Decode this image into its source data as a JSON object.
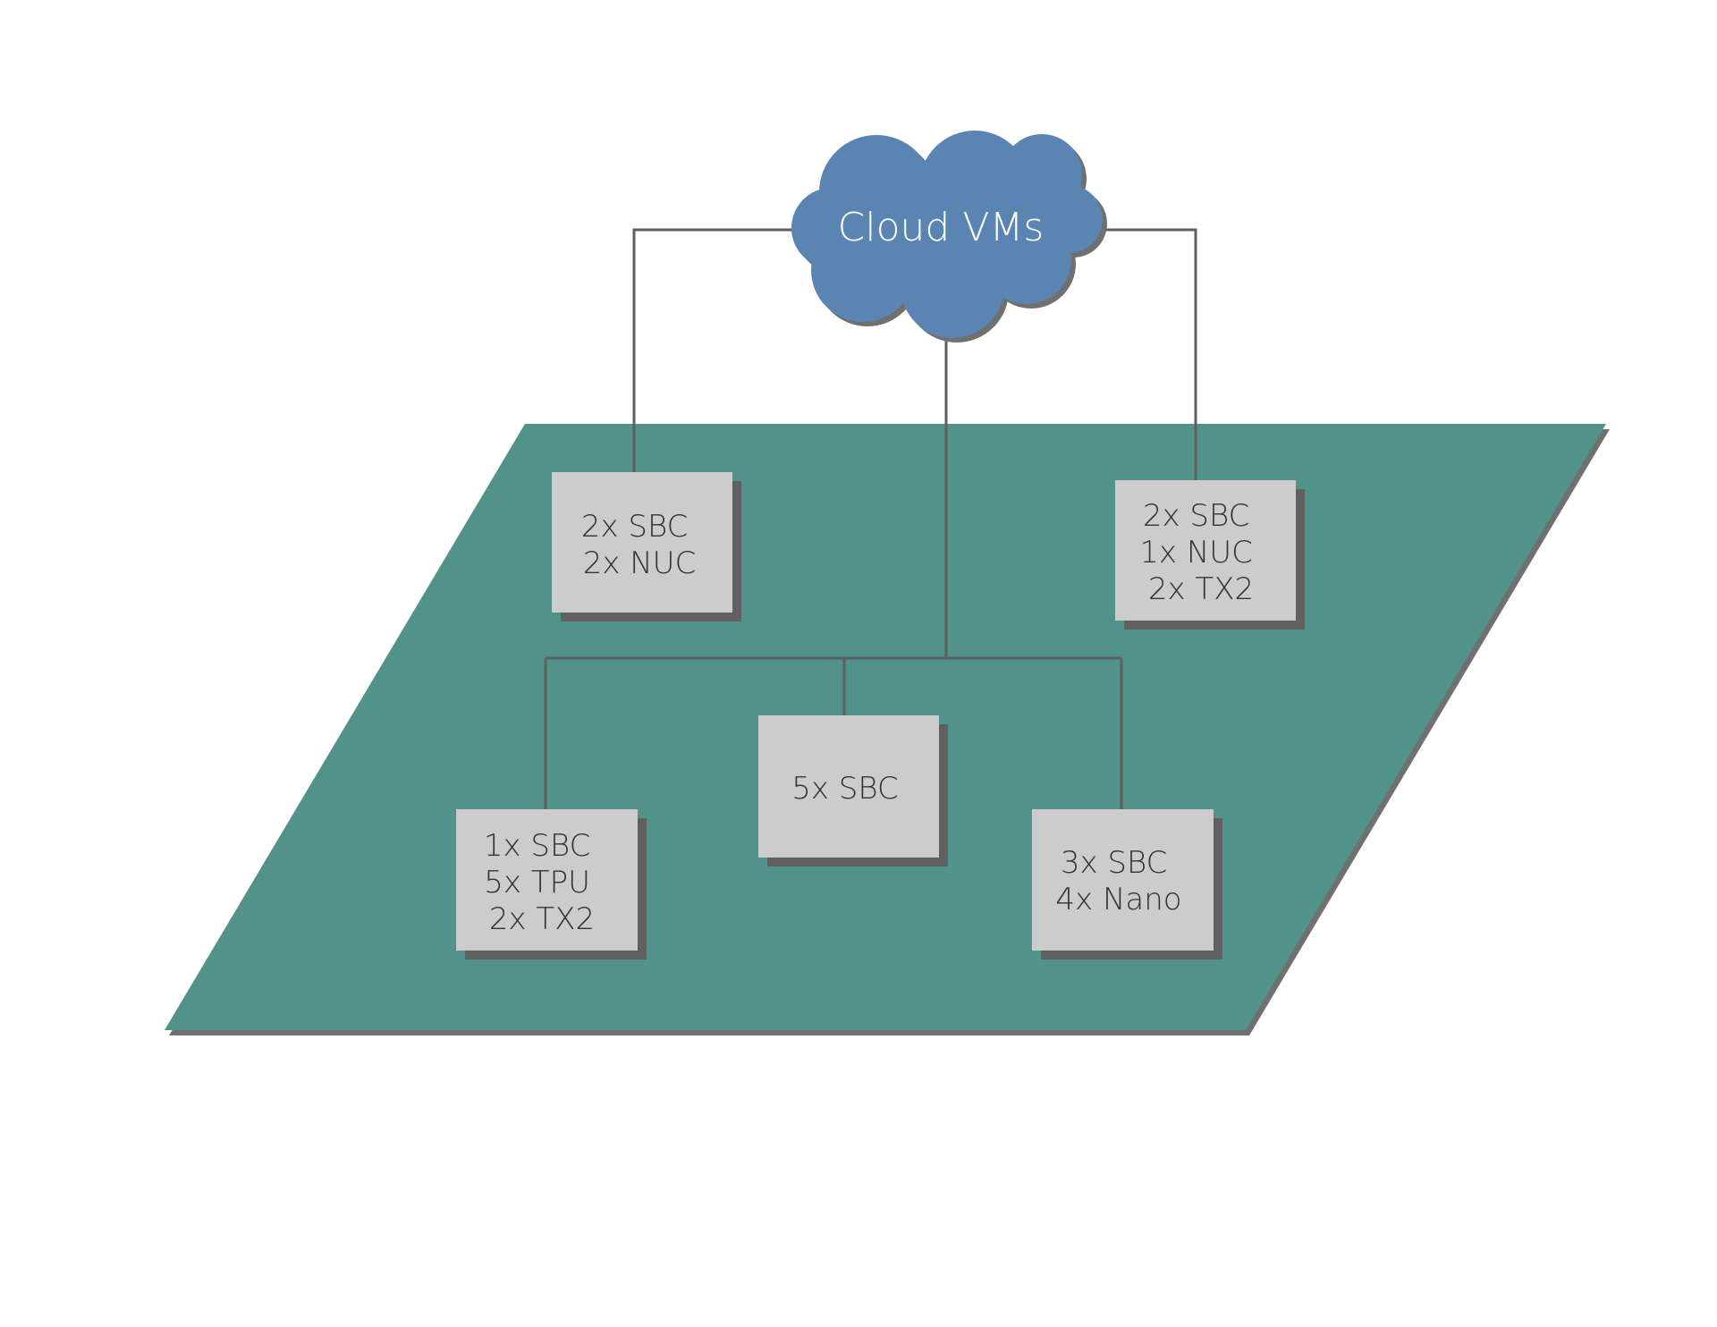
{
  "colors": {
    "platform": "#51938a",
    "platform_shadow": "#707070",
    "cloud": "#5a84b2",
    "cloud_shadow": "#707070",
    "node_fill": "#cccccc",
    "node_shadow": "#606060",
    "link": "#5f5f5f"
  },
  "cloud": {
    "label": "Cloud VMs",
    "icon": "cloud-icon"
  },
  "nodes": [
    {
      "id": "node-top-left",
      "lines": [
        "2x SBC",
        "2x NUC"
      ]
    },
    {
      "id": "node-top-right",
      "lines": [
        "2x SBC",
        "1x NUC",
        "2x TX2"
      ]
    },
    {
      "id": "node-bottom-center",
      "lines": [
        "5x SBC"
      ]
    },
    {
      "id": "node-bottom-left",
      "lines": [
        "1x SBC",
        "5x TPU",
        "2x TX2"
      ]
    },
    {
      "id": "node-bottom-right",
      "lines": [
        "3x SBC",
        "4x Nano"
      ]
    }
  ]
}
